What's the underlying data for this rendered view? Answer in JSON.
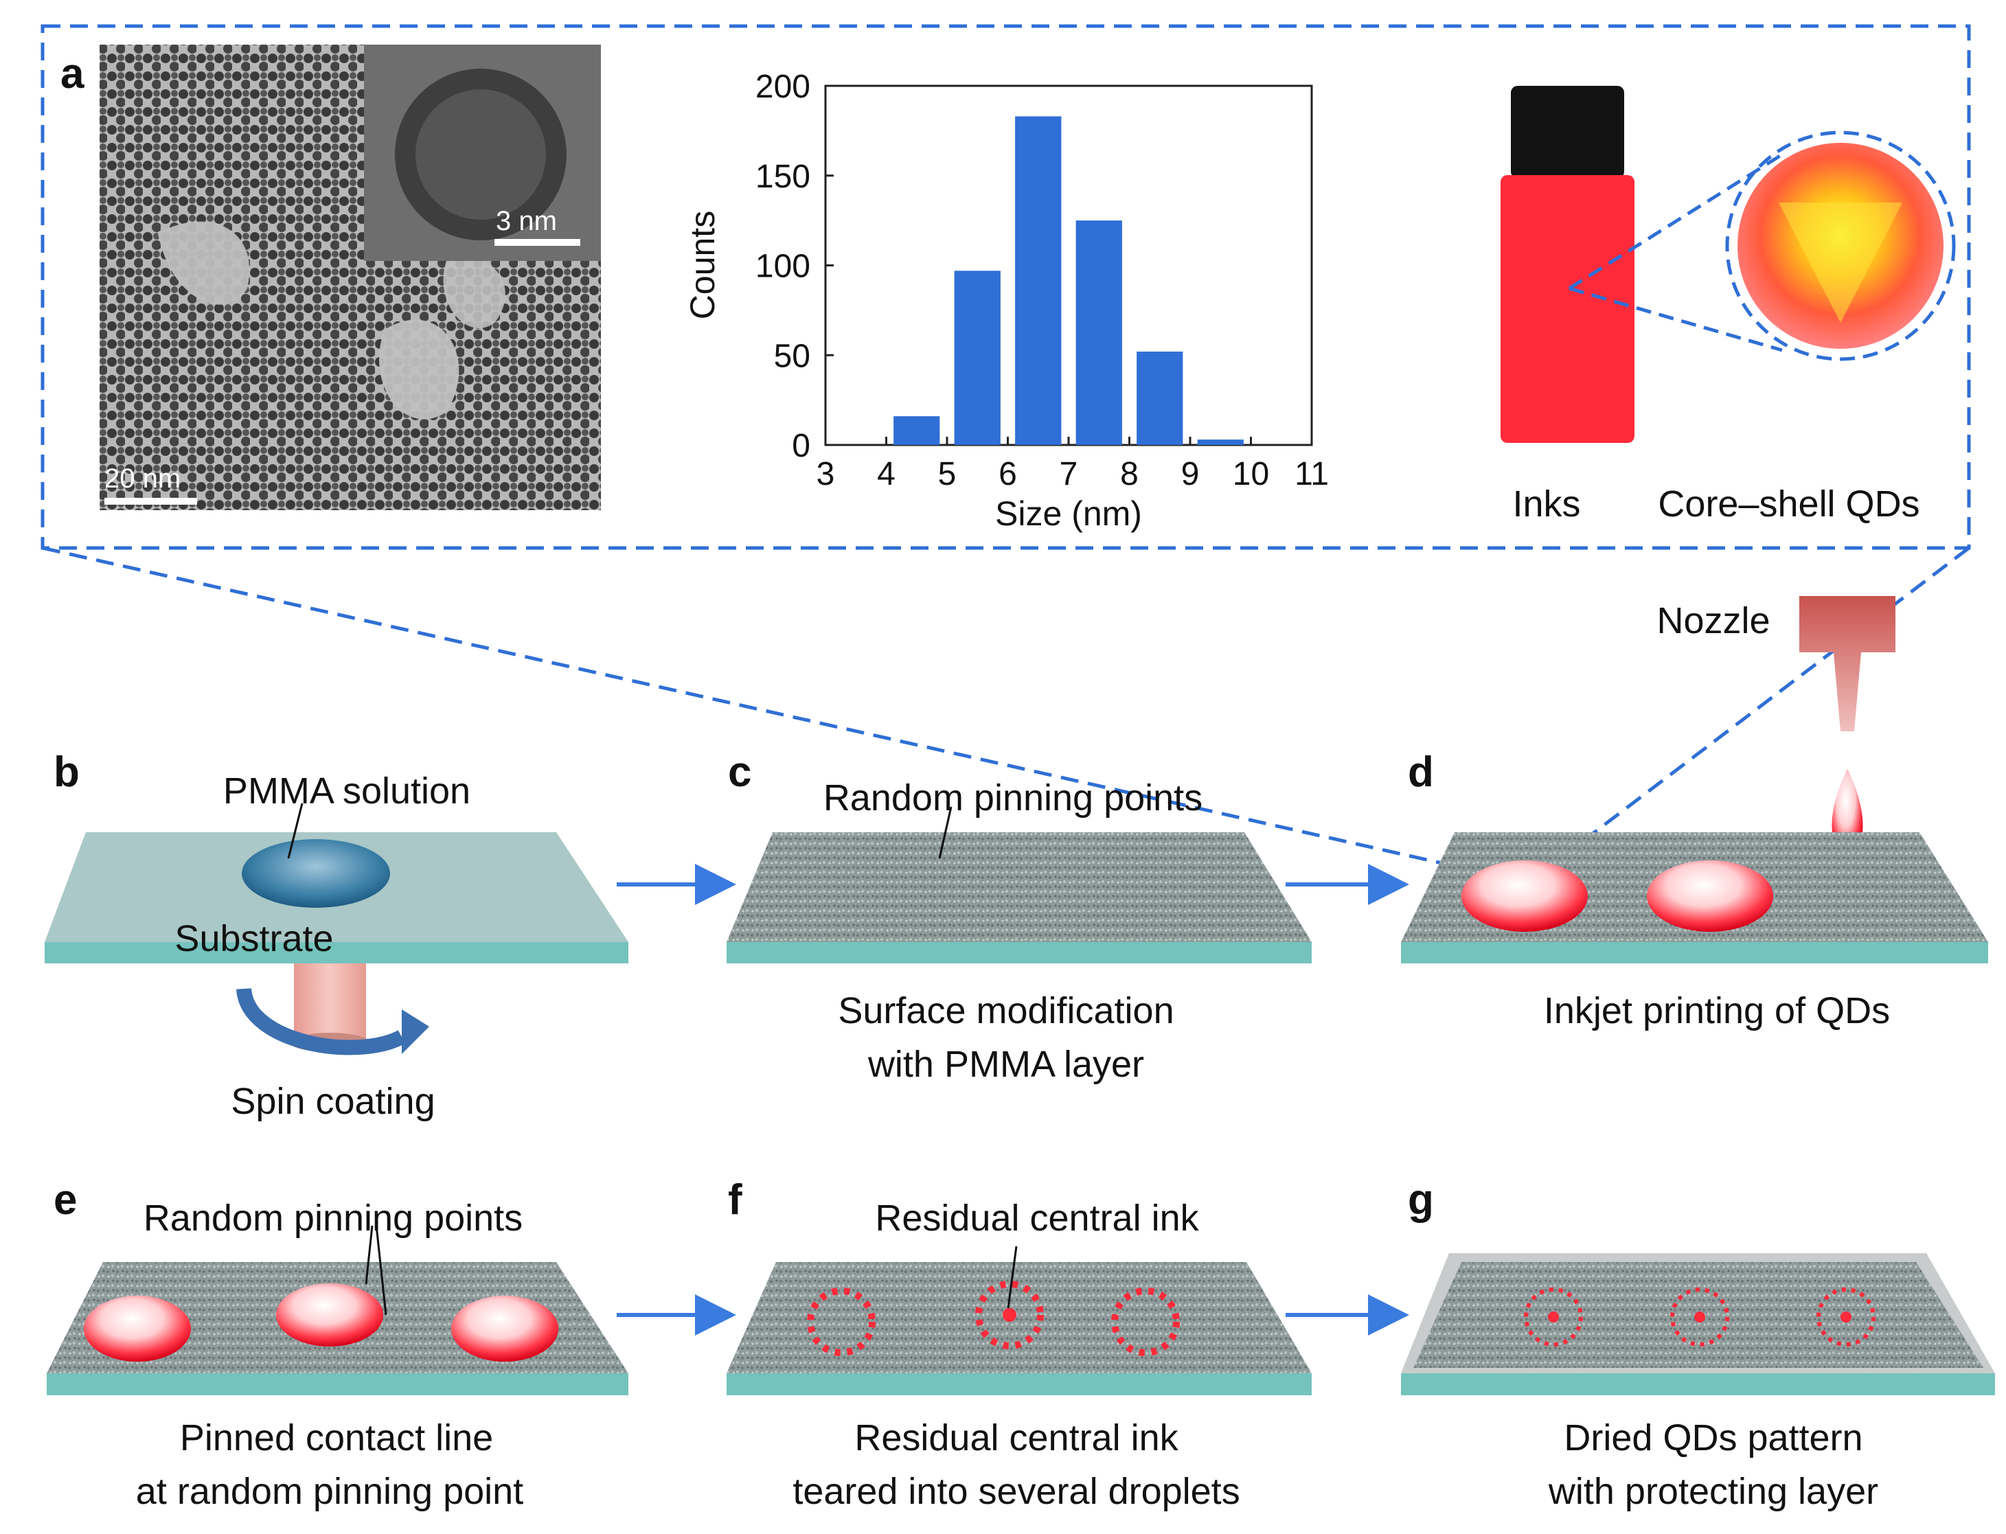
{
  "panel_labels": {
    "a": "a",
    "b": "b",
    "c": "c",
    "d": "d",
    "e": "e",
    "f": "f",
    "g": "g"
  },
  "tem": {
    "scalebar_main": "20 nm",
    "scalebar_inset": "3 nm"
  },
  "histogram": {
    "xlabel": "Size (nm)",
    "ylabel": "Counts"
  },
  "chart_data": {
    "type": "bar",
    "title": "",
    "xlabel": "Size (nm)",
    "ylabel": "Counts",
    "x_bin_centers": [
      4.5,
      5.5,
      6.5,
      7.5,
      8.5,
      9.5
    ],
    "values": [
      16,
      97,
      183,
      125,
      52,
      3
    ],
    "bin_width": 1,
    "xlim": [
      3,
      11
    ],
    "ylim": [
      0,
      200
    ],
    "xticks": [
      "3",
      "4",
      "5",
      "6",
      "7",
      "8",
      "9",
      "10",
      "11"
    ],
    "yticks": [
      "0",
      "50",
      "100",
      "150",
      "200"
    ],
    "bar_color": "#2f6fd6",
    "grid": false
  },
  "vial": {
    "label": "Inks",
    "qd_label": "Core–shell QDs"
  },
  "nozzle": {
    "label": "Nozzle"
  },
  "steps": {
    "b": {
      "top_label": "PMMA solution",
      "substrate_label": "Substrate",
      "bottom_label": "Spin coating"
    },
    "c": {
      "top_label": "Random pinning points",
      "caption_line1": "Surface modification",
      "caption_line2": "with PMMA layer"
    },
    "d": {
      "caption_line1": "Inkjet printing of QDs"
    },
    "e": {
      "top_label": "Random pinning points",
      "caption_line1": "Pinned contact line",
      "caption_line2": "at random pinning point"
    },
    "f": {
      "top_label": "Residual central ink",
      "caption_line1": "Residual central ink",
      "caption_line2": "teared into several droplets"
    },
    "g": {
      "caption_line1": "Dried QDs pattern",
      "caption_line2": "with protecting layer"
    }
  },
  "colors": {
    "dashed_blue": "#2f6fd6",
    "arrow_blue": "#3a7be0",
    "substrate_edge": "#74c3bd",
    "substrate_top": "#a9c8c7",
    "pmma_surface": "#8e9a9a",
    "ink_red": "#ff2a3a"
  }
}
